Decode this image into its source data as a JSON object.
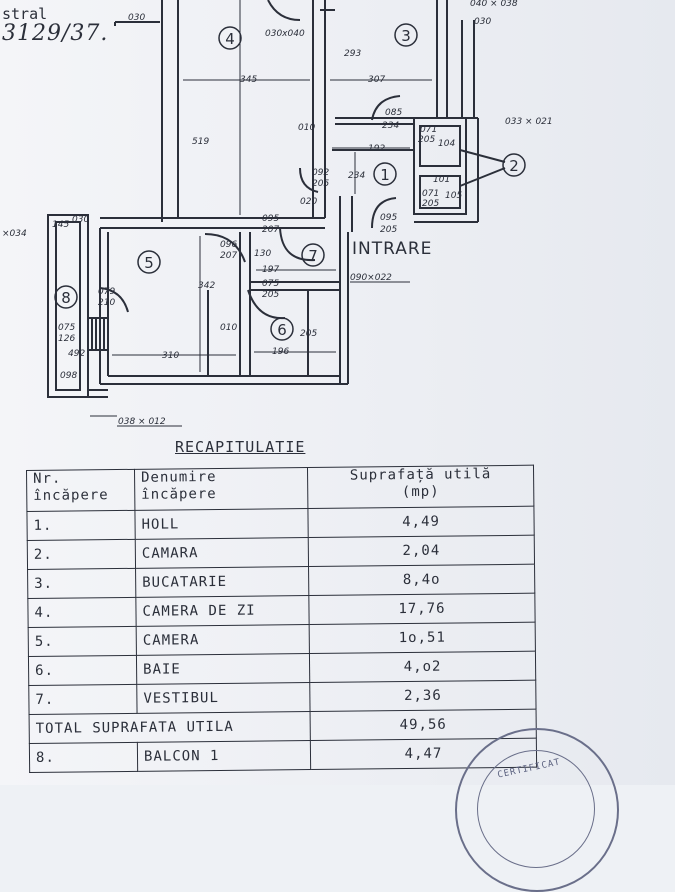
{
  "header": {
    "cadastral_label": "stral",
    "cadastral_number": "3129/37."
  },
  "plan": {
    "room_numbers": [
      "1",
      "2",
      "3",
      "4",
      "5",
      "6",
      "7",
      "8"
    ],
    "entrance_label": "INTRARE",
    "dimensions": {
      "d030": "030",
      "d030x040": "030x040",
      "d293": "293",
      "d345": "345",
      "d307": "307",
      "d519": "519",
      "d010a": "010",
      "d085": "085",
      "d234": "234",
      "d071": "071",
      "d205a": "205",
      "d104": "104",
      "d192": "192",
      "d092": "092",
      "d205b": "205",
      "d234b": "234",
      "d101": "101",
      "d071b": "071",
      "d205c": "205",
      "d105": "105",
      "d020": "020",
      "d095a": "095",
      "d207a": "207",
      "d095b": "095",
      "d205d": "205",
      "d096": "096",
      "d207b": "207",
      "d130": "130",
      "d197": "197",
      "d090x022": "090×022",
      "d075": "075",
      "d205e": "205",
      "d342": "342",
      "d010b": "010",
      "d205f": "205",
      "d196": "196",
      "d310": "310",
      "d075b": "075",
      "d126": "126",
      "d492": "492",
      "d098": "098",
      "d079": "079",
      "d210": "210",
      "d145": "145",
      "d030b": "030",
      "dx034": "×034",
      "d038x012": "038 × 012",
      "d033x021": "033 × 021",
      "d030top": "030",
      "dtopright": "040 × 038"
    }
  },
  "recap": {
    "title": "RECAPITULATIE",
    "headers": {
      "nr": [
        "Nr.",
        "încăpere"
      ],
      "name": [
        "Denumire",
        "încăpere"
      ],
      "area": [
        "Suprafață utilă",
        "(mp)"
      ]
    },
    "rows": [
      {
        "nr": "1.",
        "name": "HOLL",
        "area": "4,49"
      },
      {
        "nr": "2.",
        "name": "CAMARA",
        "area": "2,04"
      },
      {
        "nr": "3.",
        "name": "BUCATARIE",
        "area": "8,4o"
      },
      {
        "nr": "4.",
        "name": "CAMERA DE ZI",
        "area": "17,76"
      },
      {
        "nr": "5.",
        "name": "CAMERA",
        "area": "1o,51"
      },
      {
        "nr": "6.",
        "name": "BAIE",
        "area": "4,o2"
      },
      {
        "nr": "7.",
        "name": "VESTIBUL",
        "area": "2,36"
      }
    ],
    "total_label": "TOTAL SUPRAFATA UTILA",
    "total_value": "49,56",
    "balcony": {
      "nr": "8.",
      "name": "BALCON 1",
      "area": "4,47"
    }
  },
  "stamp": {
    "text": "CERTIFICAT"
  },
  "colors": {
    "ink": "#2b2f3a",
    "paper": "#eef1f5",
    "stamp": "#6a6f8a"
  }
}
